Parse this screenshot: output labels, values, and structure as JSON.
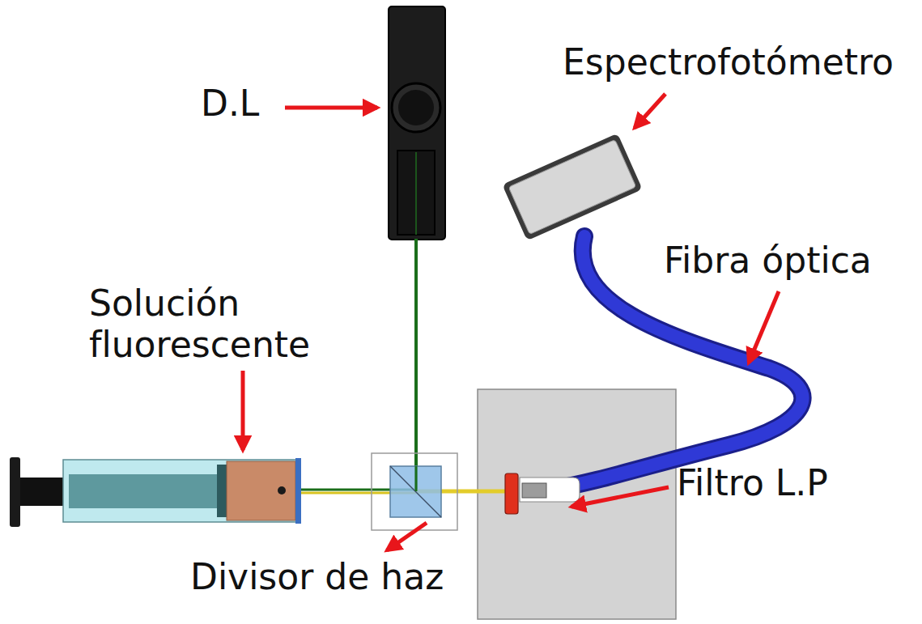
{
  "diagram": {
    "labels": [
      "D.L",
      "Espectrofotómetro",
      "Solución fluorescente",
      "Fibra óptica",
      "Divisor de haz",
      "Filtro L.P"
    ]
  }
}
